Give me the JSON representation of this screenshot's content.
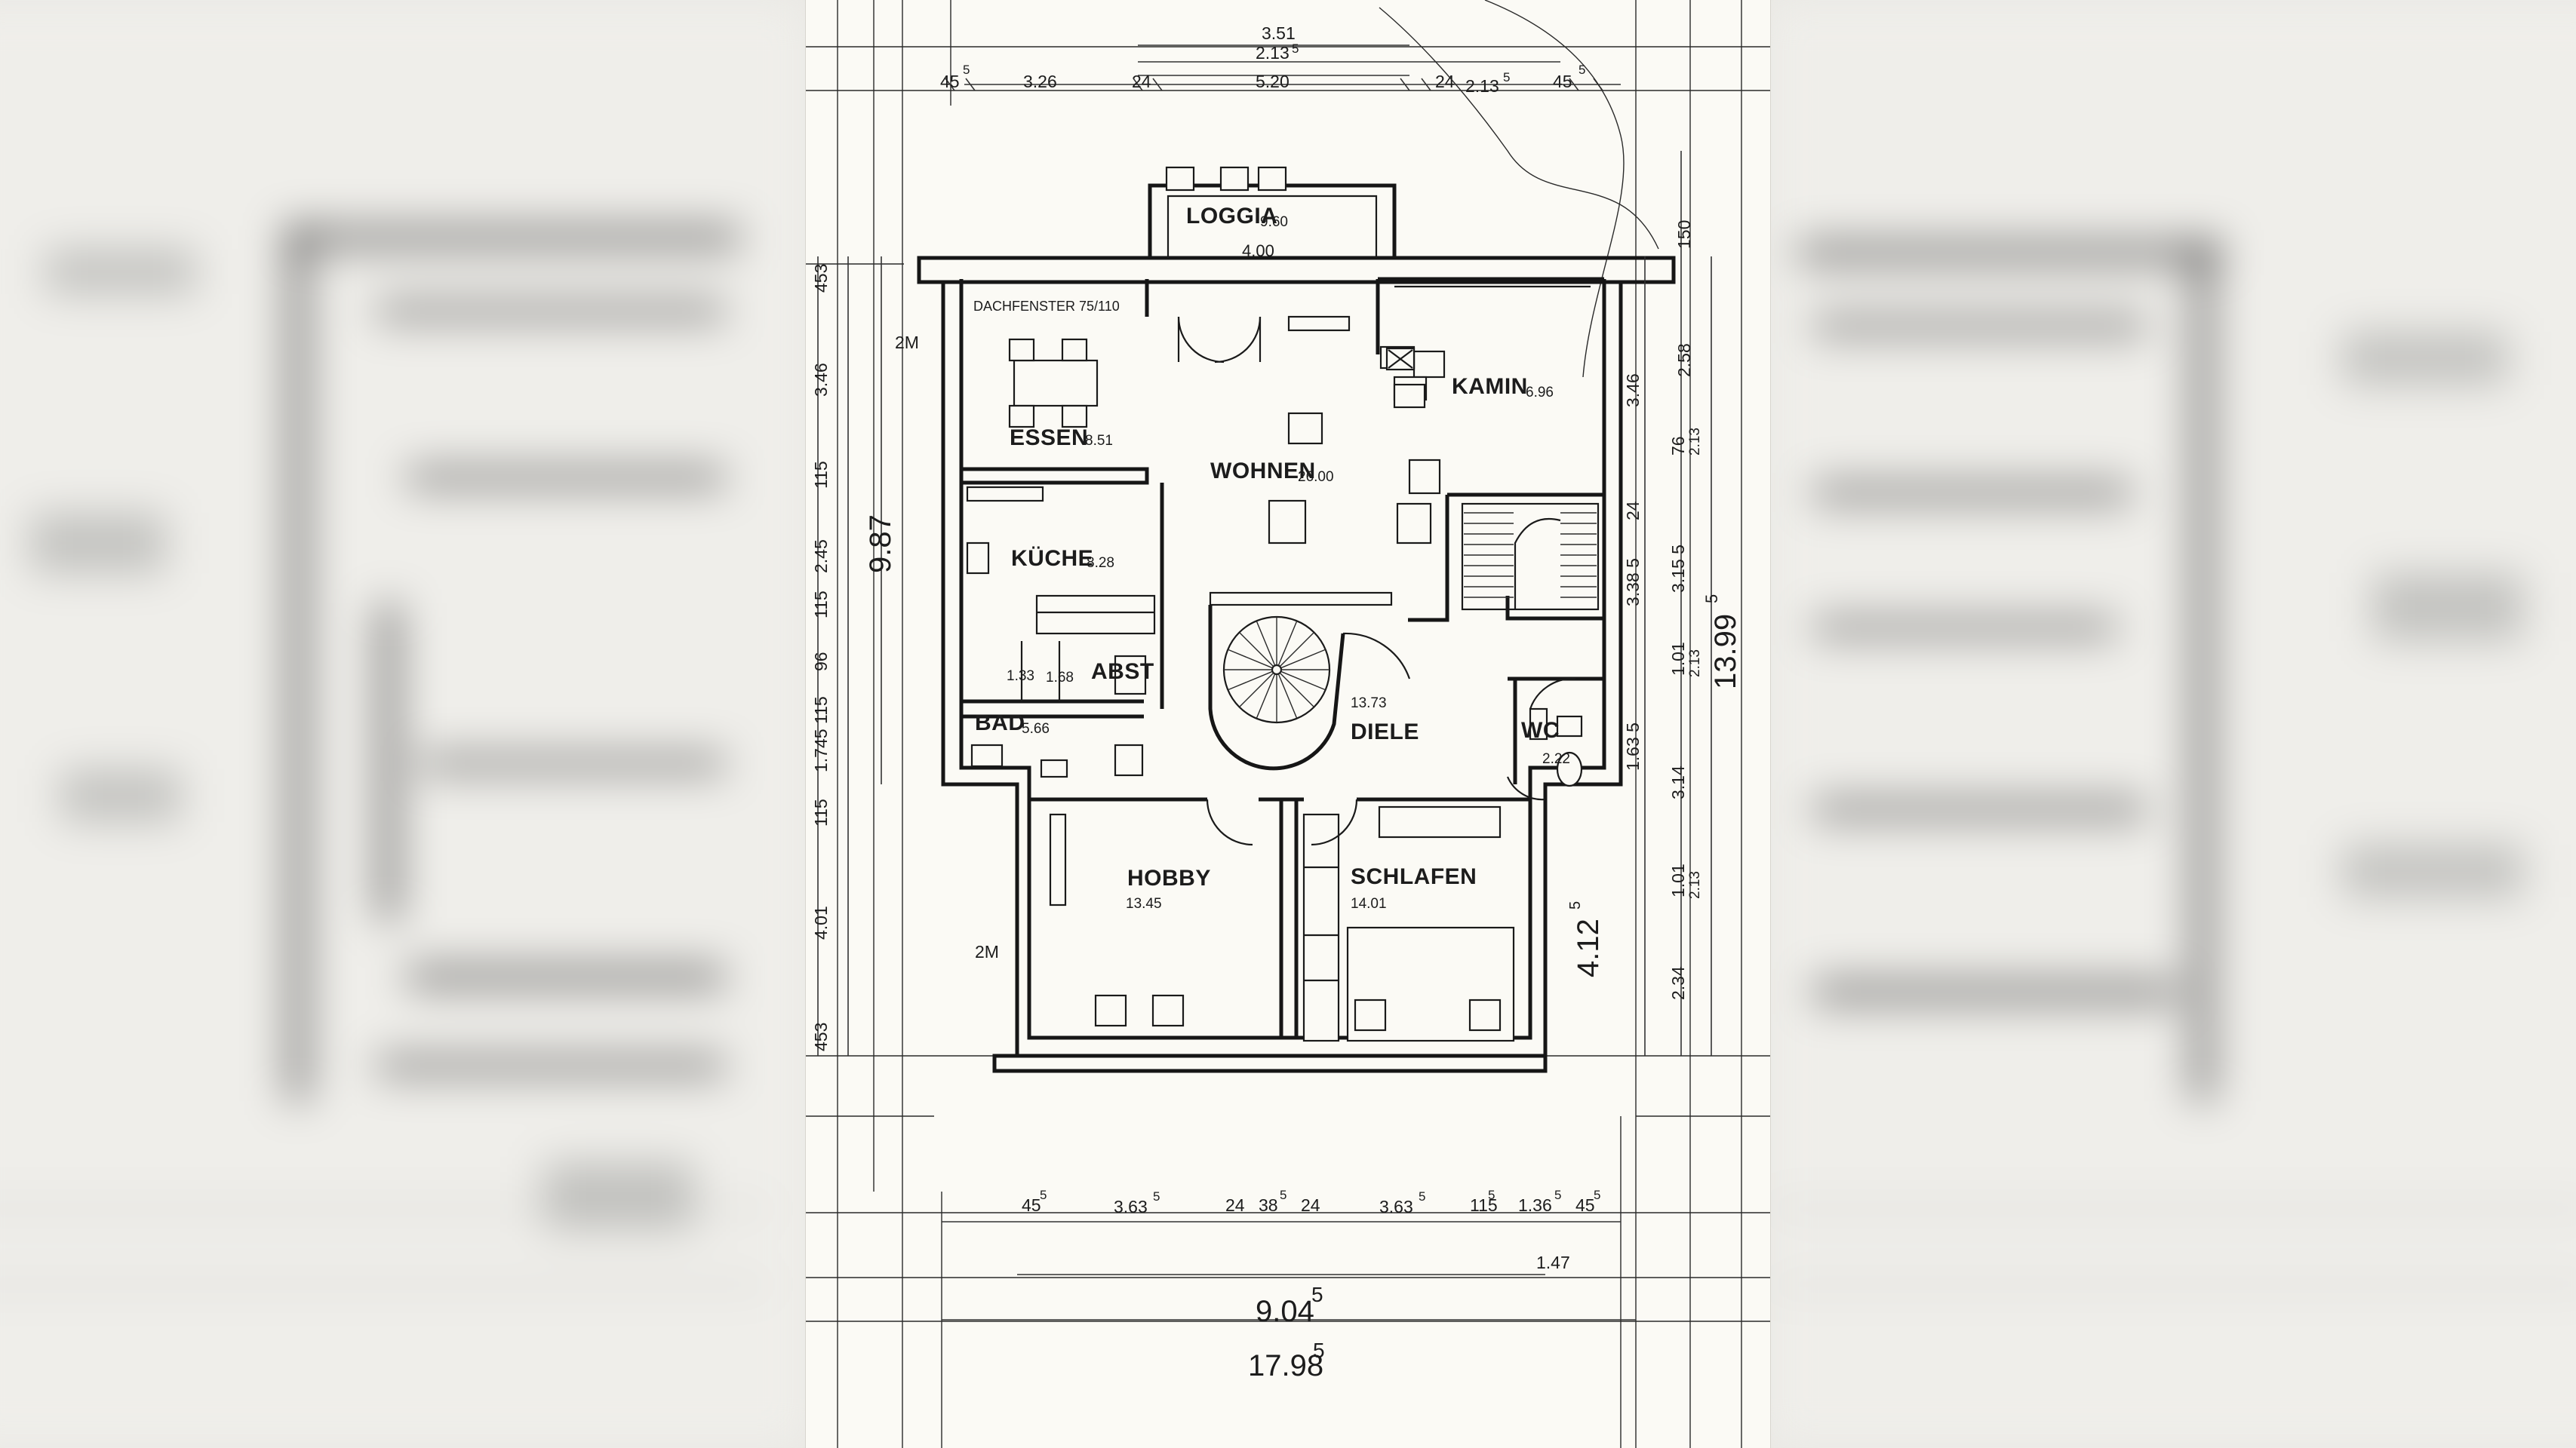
{
  "rooms": {
    "loggia": {
      "name": "LOGGIA",
      "area": "9.60",
      "width": "4.00"
    },
    "essen": {
      "name": "ESSEN",
      "area": "8.51",
      "note": "DACHFENSTER 75/110",
      "label2m": "2M"
    },
    "wohnen": {
      "name": "WOHNEN",
      "area": "26.00"
    },
    "kamin": {
      "name": "KAMIN",
      "area": "6.96"
    },
    "kueche": {
      "name": "KÜCHE",
      "area": "8.28"
    },
    "abst": {
      "name": "ABST",
      "dim_a": "1.33",
      "dim_b": "1.68"
    },
    "bad": {
      "name": "BAD",
      "area": "5.66"
    },
    "diele": {
      "name": "DIELE",
      "area": "13.73"
    },
    "wc": {
      "name": "WC",
      "area": "2.22"
    },
    "hobby": {
      "name": "HOBBY",
      "area": "13.45",
      "label2m": "2M"
    },
    "schlafen": {
      "name": "SCHLAFEN",
      "area": "14.01"
    }
  },
  "dims_top": {
    "d351": "3.51",
    "d2135": "2.13",
    "sup5": "5",
    "d520": "5.20",
    "d455": "45",
    "d326": "3.26",
    "d24a": "24",
    "d24b": "24",
    "d213b": "2.13",
    "d45r": "45"
  },
  "dims_left": {
    "d453a": "453",
    "d346": "3.46",
    "d115a": "115",
    "d245": "2.45",
    "d115b": "115",
    "d96": "96",
    "d115c": "115",
    "d1745": "1.745",
    "d115d": "115",
    "d401": "4.01",
    "d453b": "453",
    "d987": "9.87"
  },
  "dims_right": {
    "d150": "150",
    "d258": "2.58",
    "d346r": "3.46",
    "d76": "76",
    "d213c": "2.13",
    "d24r": "24",
    "d3385": "3.38 5",
    "d3155": "3.15 5",
    "d101a": "1.01",
    "d213d": "2.13",
    "d1635": "1.63 5",
    "d314": "3.14",
    "d101b": "1.01",
    "d213e": "2.13",
    "d234": "2.34",
    "d4125": "4.12",
    "d13995": "13.99",
    "sup5": "5"
  },
  "dims_bottom": {
    "b455": "45",
    "b3635a": "3.63",
    "b24a": "24",
    "b385": "38",
    "b24b": "24",
    "b3635b": "3.63",
    "b115": "115",
    "b1365": "1.36",
    "b455r": "45",
    "b147": "1.47",
    "b9045": "9.04",
    "b17985": "17.98",
    "sup5": "5"
  }
}
